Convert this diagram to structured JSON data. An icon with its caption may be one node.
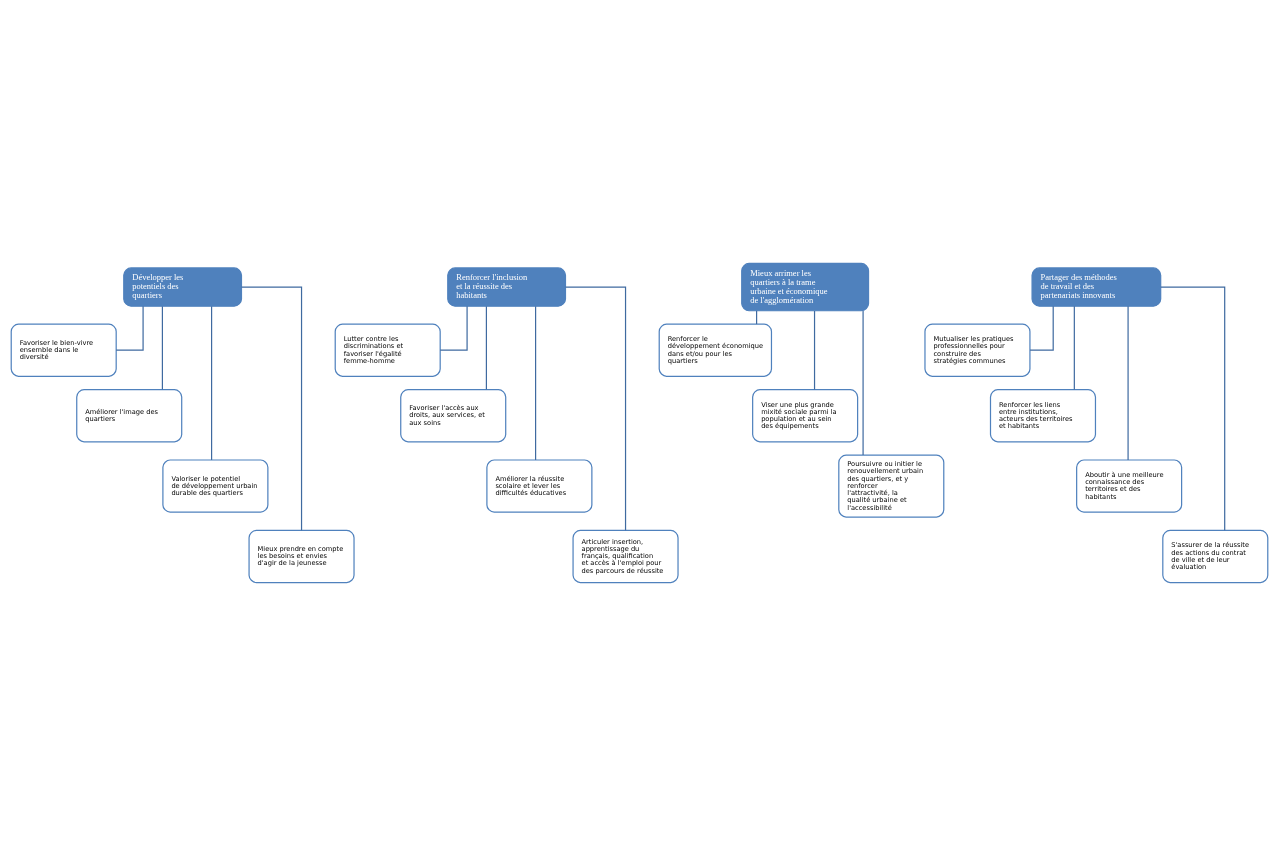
{
  "diagram": {
    "nodes": [
      {
        "text": [
          "Développer les potentiels des quartiers"
        ]
      },
      {
        "text": [
          "Favoriser le bien-vivre ensemble dans le diversité"
        ]
      },
      {
        "text": [
          "Améliorer l'image des quartiers"
        ]
      },
      {
        "text": [
          "Valoriser le potentiel de développement urbain durable des quartiers"
        ]
      },
      {
        "text": [
          "Mieux prendre en compte les besoins et envies d'agir de la jeunesse"
        ]
      },
      {
        "text": [
          "Renforcer l'inclusion et la réussite des habitants"
        ]
      },
      {
        "text": [
          "Lutter contre les discriminations et favoriser l'égalité femme-homme"
        ]
      },
      {
        "text": [
          "Favoriser l'accès aux droits, aux services, et aux soins"
        ]
      },
      {
        "text": [
          "Améliorer la réussite scolaire et lever les difficultés éducatives"
        ]
      },
      {
        "text": [
          "Articuler insertion, apprentissage du français, qualification et accès à l'emploi pour des parcours de réussite"
        ]
      },
      {
        "text": [
          "Mieux arrimer les quartiers à la trame urbaine et économique de l'agglomération"
        ]
      },
      {
        "text": [
          "Renforcer le développement économique dans et/ou pour les quartiers"
        ]
      },
      {
        "text": [
          "Viser une plus grande mixité sociale parmi la population et au sein des équipements"
        ]
      },
      {
        "text": [
          "Poursuivre ou initier le renouvellement urbain des quartiers, et y renforcer l'attractivité, la qualité urbaine et l'accessibilité"
        ]
      },
      {
        "text": [
          "Partager des méthodes de travail et des partenariats innovants"
        ]
      },
      {
        "text": [
          "Mutualiser les pratiques professionnelles pour construire des stratégies communes"
        ]
      },
      {
        "text": [
          "Renforcer les liens entre institutions, acteurs des territoires et habitants"
        ]
      },
      {
        "text": [
          "Aboutir à une meilleure connaissance des territoires et des habitants"
        ]
      },
      {
        "text": [
          "S'assurer de la réussite des actions du contrat de ville et de leur évaluation"
        ]
      }
    ],
    "edges": [
      {
        "from": 0,
        "to": 1,
        "arrow": "none"
      },
      {
        "from": 0,
        "to": 2,
        "arrow": "none"
      },
      {
        "from": 0,
        "to": 3,
        "arrow": "none"
      },
      {
        "from": 0,
        "to": 4,
        "arrow": "none"
      },
      {
        "from": 5,
        "to": 6,
        "arrow": "none"
      },
      {
        "from": 5,
        "to": 7,
        "arrow": "none"
      },
      {
        "from": 5,
        "to": 8,
        "arrow": "none"
      },
      {
        "from": 5,
        "to": 9,
        "arrow": "none"
      },
      {
        "from": 10,
        "to": 11,
        "arrow": "none"
      },
      {
        "from": 10,
        "to": 12,
        "arrow": "none"
      },
      {
        "from": 10,
        "to": 13,
        "arrow": "none"
      },
      {
        "from": 14,
        "to": 15,
        "arrow": "none"
      },
      {
        "from": 14,
        "to": 16,
        "arrow": "none"
      },
      {
        "from": 14,
        "to": 17,
        "arrow": "none"
      },
      {
        "from": 14,
        "to": 18,
        "arrow": "none"
      }
    ]
  }
}
